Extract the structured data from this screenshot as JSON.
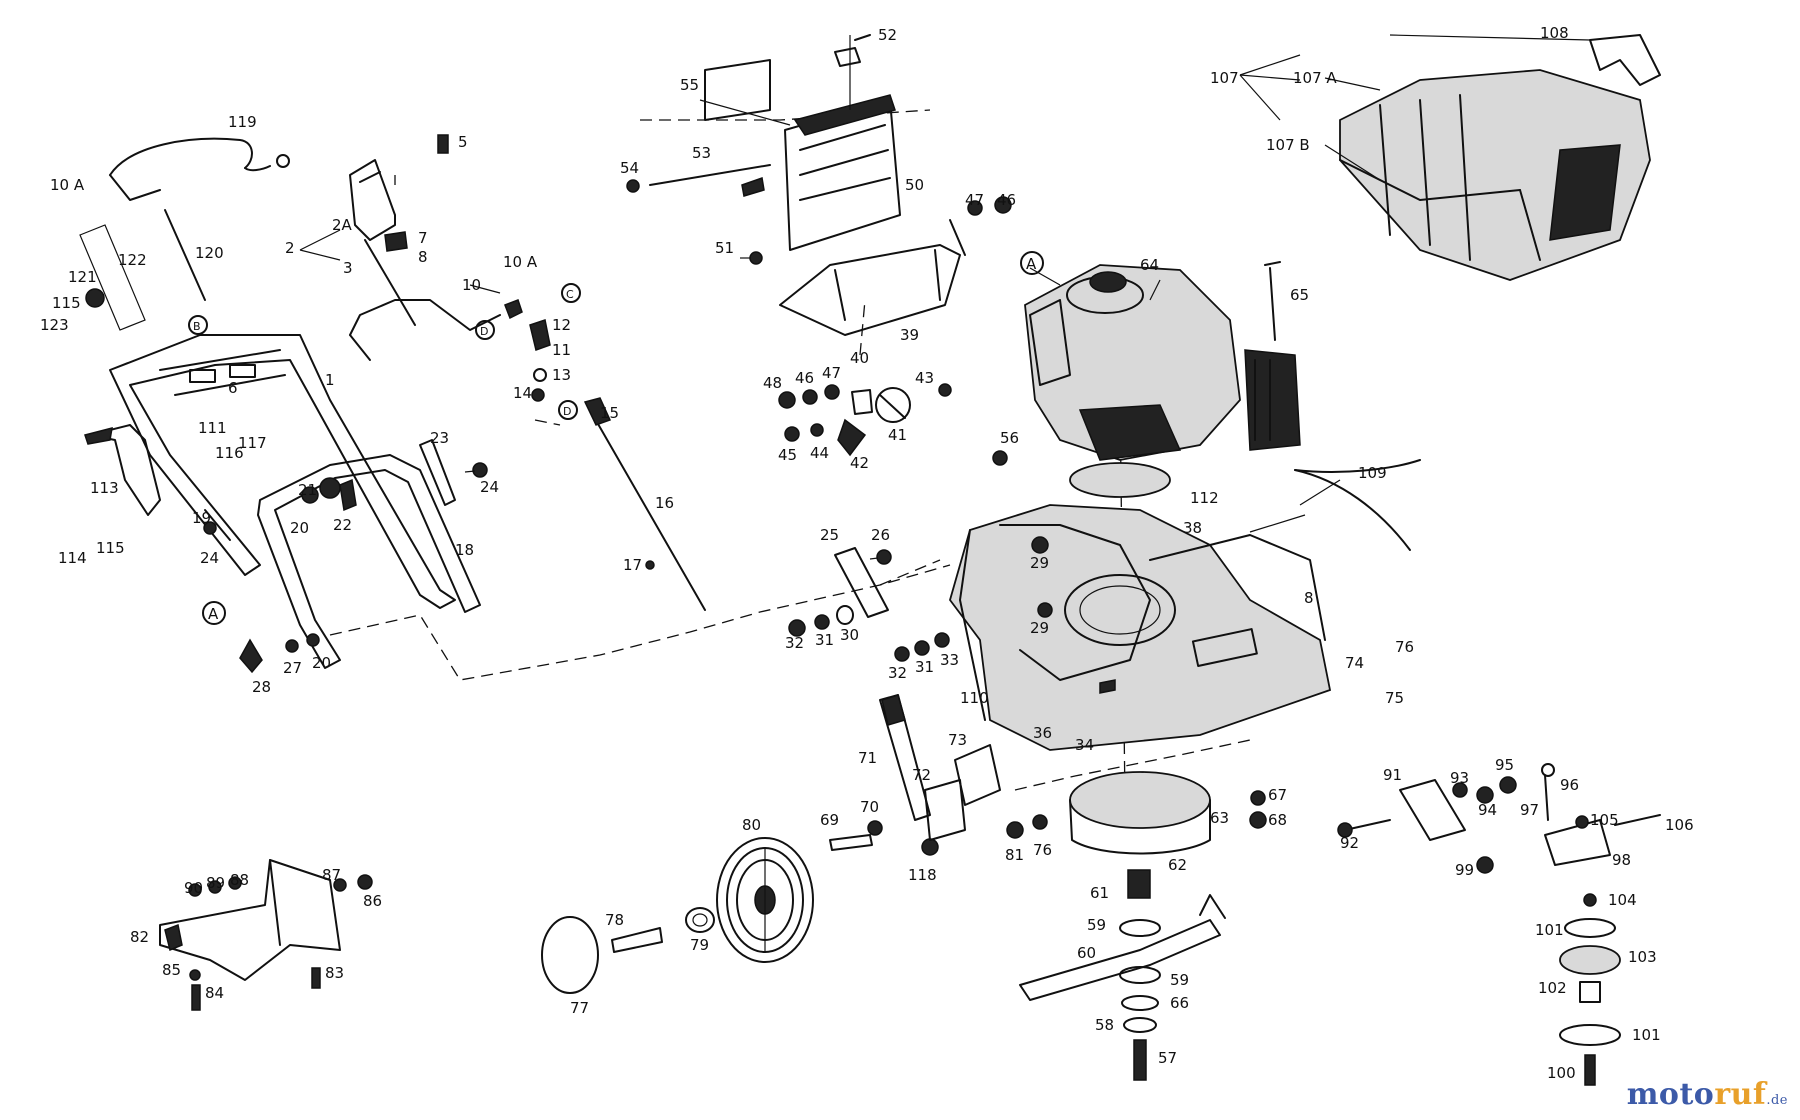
{
  "watermark": {
    "name": "moto",
    "accent": "ruf",
    "tld": ".de",
    "colors": {
      "primary": "#3c5aa8",
      "accent": "#e8a02a"
    }
  },
  "circle_marks": [
    "A",
    "B",
    "C",
    "D"
  ],
  "labels": {
    "p1": "1",
    "p2": "2",
    "p2a": "2A",
    "p3": "3",
    "p5": "5",
    "p6": "6",
    "p7": "7",
    "p8": "8",
    "p10": "10",
    "p10a_left": "10 A",
    "p10a_right": "10 A",
    "p11": "11",
    "p12": "12",
    "p13": "13",
    "p14": "14",
    "p15": "15",
    "p16": "16",
    "p17": "17",
    "p18": "18",
    "p19": "19",
    "p20a": "20",
    "p20b": "20",
    "p21": "21",
    "p22": "22",
    "p23": "23",
    "p24a": "24",
    "p24b": "24",
    "p25": "25",
    "p26": "26",
    "p27": "27",
    "p28": "28",
    "p29a": "29",
    "p29b": "29",
    "p30": "30",
    "p31a": "31",
    "p31b": "31",
    "p32a": "32",
    "p32b": "32",
    "p33": "33",
    "p34": "34",
    "p36": "36",
    "p38": "38",
    "p39": "39",
    "p40": "40",
    "p41": "41",
    "p42": "42",
    "p43": "43",
    "p44": "44",
    "p45": "45",
    "p46a": "46",
    "p46b": "46",
    "p47a": "47",
    "p47b": "47",
    "p48": "48",
    "p50": "50",
    "p51": "51",
    "p52": "52",
    "p53": "53",
    "p54": "54",
    "p55": "55",
    "p56": "56",
    "p57": "57",
    "p58": "58",
    "p59a": "59",
    "p59b": "59",
    "p60": "60",
    "p61": "61",
    "p62": "62",
    "p63": "63",
    "p64": "64",
    "p65": "65",
    "p66": "66",
    "p67": "67",
    "p68": "68",
    "p69": "69",
    "p70": "70",
    "p71": "71",
    "p72": "72",
    "p73": "73",
    "p74": "74",
    "p75": "75",
    "p76a": "76",
    "p76b": "76",
    "p77": "77",
    "p78": "78",
    "p79": "79",
    "p80": "80",
    "p81": "81",
    "p82": "82",
    "p83": "83",
    "p84": "84",
    "p85": "85",
    "p86": "86",
    "p87": "87",
    "p88": "88",
    "p89": "89",
    "p90": "90",
    "p91": "91",
    "p92": "92",
    "p93": "93",
    "p94": "94",
    "p95": "95",
    "p96": "96",
    "p97": "97",
    "p98": "98",
    "p99": "99",
    "p100": "100",
    "p101a": "101",
    "p101b": "101",
    "p102": "102",
    "p103": "103",
    "p104": "104",
    "p105": "105",
    "p106": "106",
    "p107": "107",
    "p107a": "107 A",
    "p107b": "107 B",
    "p108": "108",
    "p109": "109",
    "p110": "110",
    "p111": "111",
    "p112": "112",
    "p113": "113",
    "p114": "114",
    "p115a": "115",
    "p115b": "115",
    "p116": "116",
    "p117": "117",
    "p118": "118",
    "p119": "119",
    "p120": "120",
    "p121": "121",
    "p122": "122",
    "p123": "123",
    "p8b": "8"
  }
}
